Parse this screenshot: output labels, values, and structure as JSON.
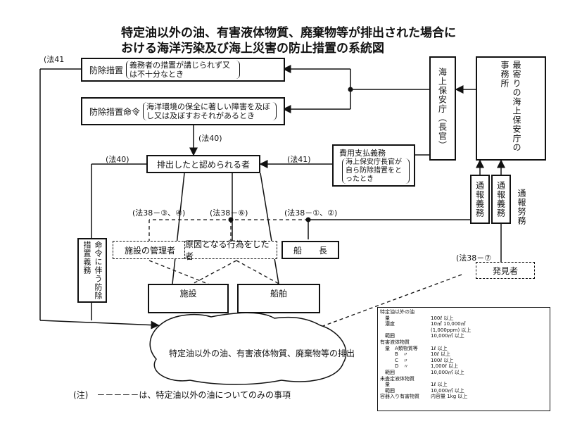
{
  "title": {
    "line1": "特定油以外の油、有害液体物質、廃棄物等が排出された場合に",
    "line2": "おける海洋汚染及び海上災害の防止措置の系統図"
  },
  "boxes": {
    "boshi_sochi": "防除措置",
    "boshi_sochi_note": "義務者の措置が講じられず又は不十分なとき",
    "boshi_meirei": "防除措置命令",
    "boshi_meirei_note": "海洋環境の保全に著しい障害を及ぼし又は及ぼすおそれがあるとき",
    "haishutsu_sha": "排出したと認められる者",
    "hiyo_title": "費用支払義務",
    "hiyo_note": "海上保安庁長官が自ら防除措置をとったとき",
    "kaijo_hoancho": "海上保安庁（長官）",
    "moyori_hoancho": "最寄りの海上保安庁の事務所",
    "tsuho1": "通報義務",
    "tsuho2": "通報義務",
    "tsuho_side": "通報努務",
    "shisetsu_kanri": "施設の管理者",
    "genin_koi": "原因となる行為をした者",
    "sencho": "船　　長",
    "hakkensha": "発見者",
    "meirei_tomonau": "命令に伴う防除措置義務",
    "shisetsu": "施設",
    "senpaku": "船舶",
    "haishutsu_cloud": "特定油以外の油、有害液体物質、廃棄物等の排出"
  },
  "law_labels": {
    "ho41_top": "(法41",
    "ho40_mid": "(法40)",
    "ho40_left": "(法40)",
    "ho41_right": "(法41)",
    "ho38_34": "(法38－③、④)",
    "ho38_6": "(法38－⑥)",
    "ho38_12": "(法38－①、②)",
    "ho38_7": "(法38－⑦"
  },
  "note": "(注)　－－－－－は、特定油以外の油についてのみの事項",
  "legend": {
    "title": "特定油以外の油",
    "rows": [
      [
        "特定油以外の油",
        ""
      ],
      [
        "　量",
        "100ℓ 以上"
      ],
      [
        "　濃度",
        "10㎡ 10,000㎡"
      ],
      [
        "",
        "(1,000ppm) 以上"
      ],
      [
        "　範囲",
        "10,000㎡ 以上"
      ],
      [
        "有害液体物質",
        ""
      ],
      [
        "　量　A類物質等",
        "1ℓ 以上"
      ],
      [
        "　　　B　〃",
        "10ℓ 以上"
      ],
      [
        "　　　C　〃",
        "100ℓ 以上"
      ],
      [
        "　　　D　〃",
        "1,000ℓ 以上"
      ],
      [
        "　範囲",
        "10,000㎡ 以上"
      ],
      [
        "未査定液体物質",
        ""
      ],
      [
        "　量",
        "1ℓ 以上"
      ],
      [
        "　範囲",
        "10,000㎡ 以上"
      ],
      [
        "容器入り有害物質",
        "内容量 1kg 以上"
      ]
    ]
  }
}
